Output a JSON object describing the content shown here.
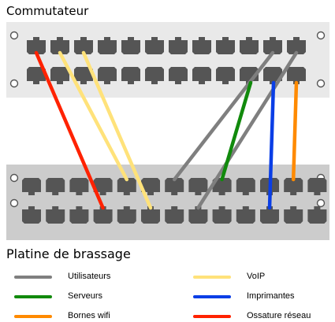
{
  "titles": {
    "switch": "Commutateur",
    "patch_panel": "Platine de brassage"
  },
  "colors": {
    "panel_bg": "#e9e9e9",
    "patch_bg": "#cccccc",
    "port": "#555555",
    "gray": "#7f7f7f",
    "yellow": "#ffe27a",
    "green": "#118a0c",
    "blue": "#0a3ee6",
    "orange": "#ff8a00",
    "red": "#ff2200"
  },
  "diagram": {
    "switch": {
      "rows": 2,
      "ports_per_row": 12
    },
    "patch_panel": {
      "rows": 2,
      "ports_per_row": 13
    }
  },
  "legend": [
    {
      "label": "Utilisateurs",
      "color": "#7f7f7f"
    },
    {
      "label": "VoIP",
      "color": "#ffe27a"
    },
    {
      "label": "Serveurs",
      "color": "#118a0c"
    },
    {
      "label": "Imprimantes",
      "color": "#0a3ee6"
    },
    {
      "label": "Bornes wifi",
      "color": "#ff8a00"
    },
    {
      "label": "Ossature réseau",
      "color": "#ff2200"
    }
  ]
}
